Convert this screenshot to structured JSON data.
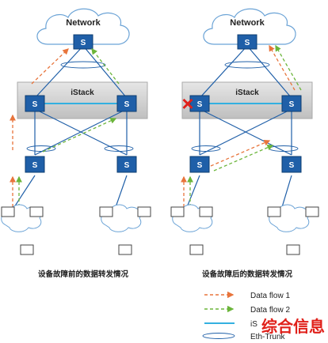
{
  "left": {
    "network_label": "Network",
    "stack_label": "iStack",
    "caption": "设备故障前的数据转发情况"
  },
  "right": {
    "network_label": "Network",
    "stack_label": "iStack",
    "caption": "设备故障后的数据转发情况",
    "failed_marker": "×"
  },
  "switch_glyph": "S",
  "legend": {
    "data_flow_1": "Data flow 1",
    "data_flow_2": "Data flow 2",
    "istack_link": "iS",
    "eth_trunk": "Eth-Trunk"
  },
  "watermark": "综合信息",
  "colors": {
    "flow1": "#e8743b",
    "flow2": "#6bb53a",
    "switch": "#1f5fa8",
    "stack_link": "#33b0e0",
    "stack_box": "#d9d9d9",
    "watermark": "#e0201a"
  }
}
